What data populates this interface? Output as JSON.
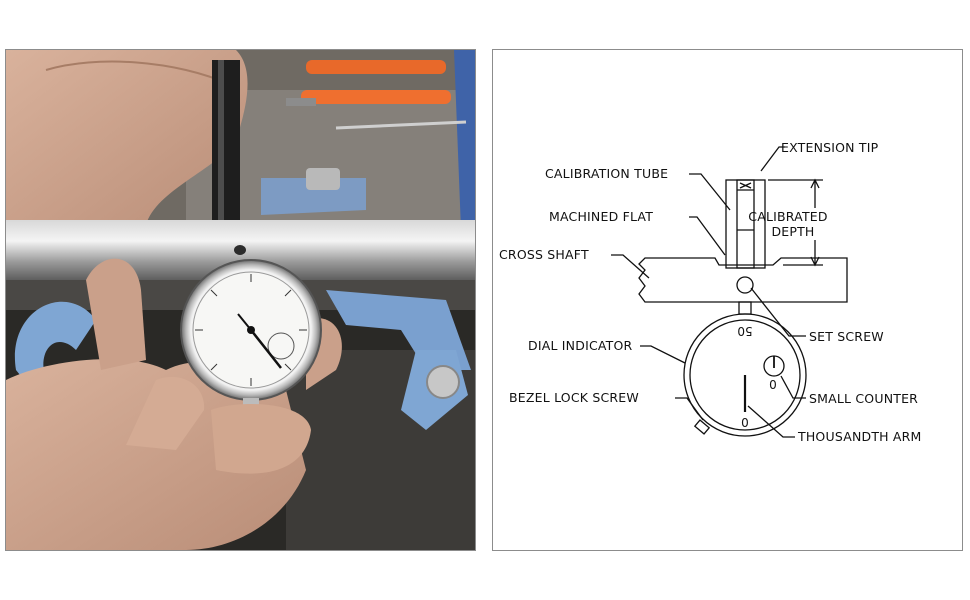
{
  "photo": {
    "alt_subject": "hand-held-dial-indicator-on-cross-shaft"
  },
  "diagram": {
    "labels": {
      "extension_tip": "EXTENSION TIP",
      "calibration_tube": "CALIBRATION TUBE",
      "machined_flat": "MACHINED FLAT",
      "calibrated_depth_1": "CALIBRATED",
      "calibrated_depth_2": "DEPTH",
      "cross_shaft": "CROSS SHAFT",
      "set_screw": "SET SCREW",
      "dial_indicator": "DIAL INDICATOR",
      "small_counter": "SMALL COUNTER",
      "bezel_lock_screw": "BEZEL LOCK SCREW",
      "thousandth_arm": "THOUSANDTH ARM"
    },
    "dial": {
      "top_mark": "50",
      "bottom_mark": "0",
      "counter_mark": "0"
    }
  }
}
